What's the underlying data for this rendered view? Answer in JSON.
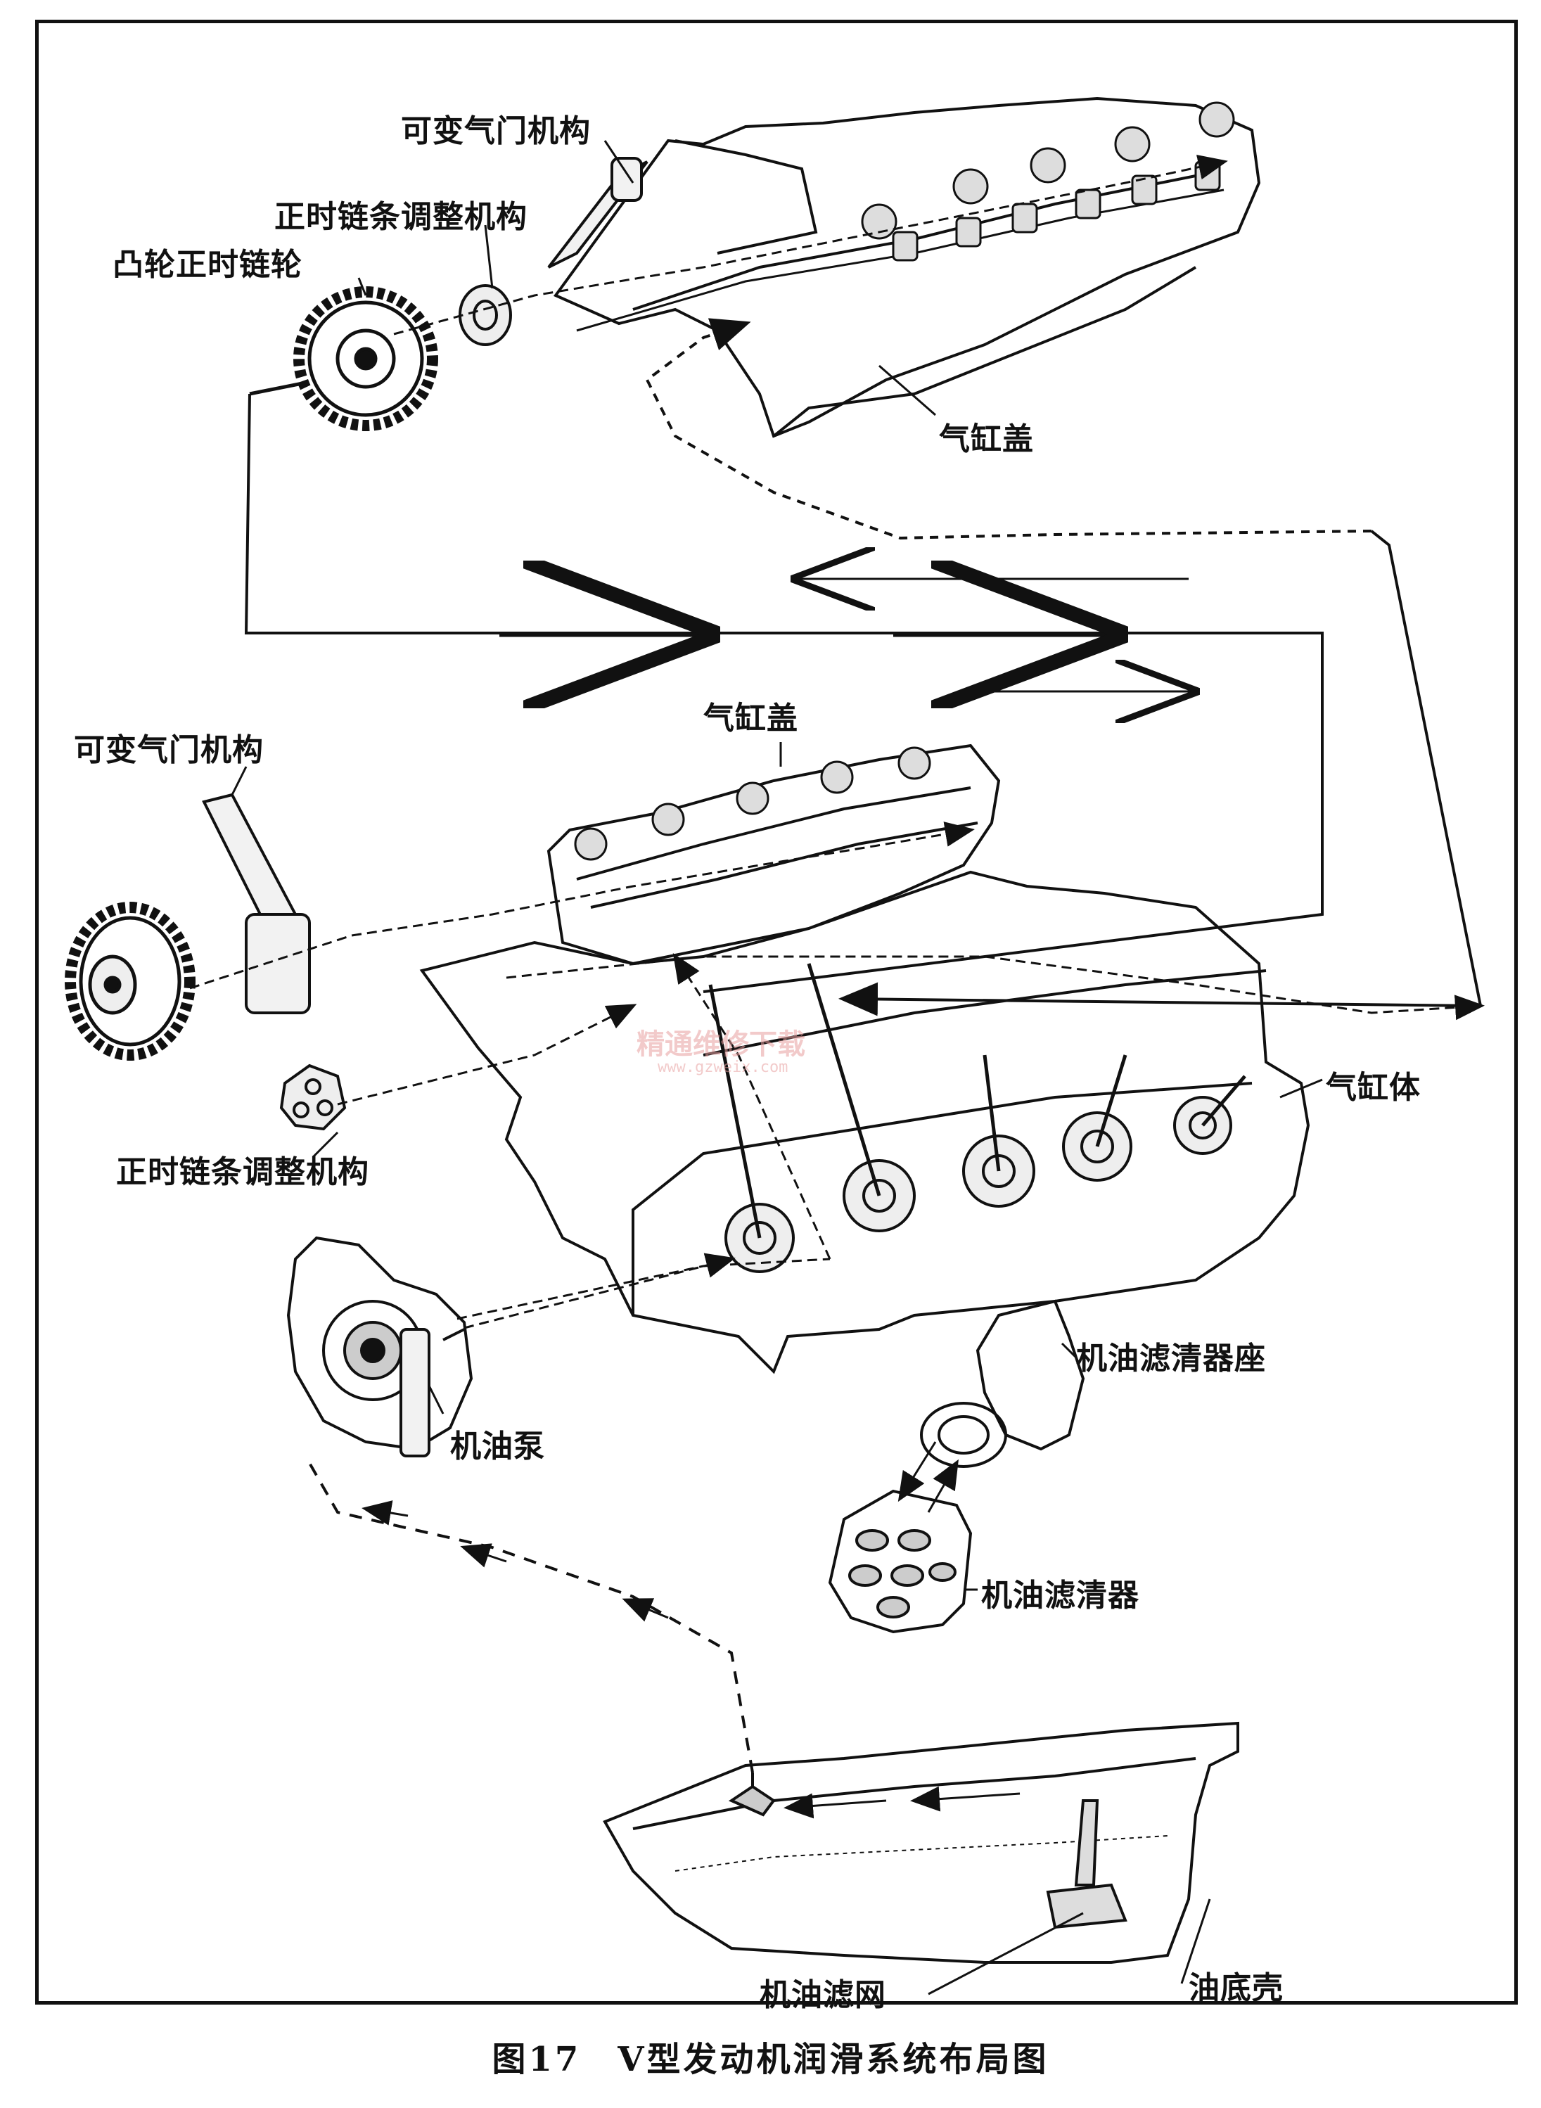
{
  "labels": {
    "vvt_top": "可变气门机构",
    "chain_tensioner_top": "正时链条调整机构",
    "cam_sprocket_top": "凸轮正时链轮",
    "cylinder_head_top": "气缸盖",
    "vvt_mid": "可变气门机构",
    "cylinder_head_mid": "气缸盖",
    "chain_tensioner_mid": "正时链条调整机构",
    "cylinder_block": "气缸体",
    "oil_filter_housing": "机油滤清器座",
    "oil_pump": "机油泵",
    "oil_filter": "机油滤清器",
    "oil_strainer": "机油滤网",
    "oil_pan": "油底壳"
  },
  "caption": "图17　V型发动机润滑系统布局图",
  "watermark": {
    "text": "精通维修下载",
    "url": "www.gzweix.com"
  },
  "colors": {
    "line": "#111111",
    "watermark": "#e8a0a0",
    "background": "#ffffff"
  }
}
